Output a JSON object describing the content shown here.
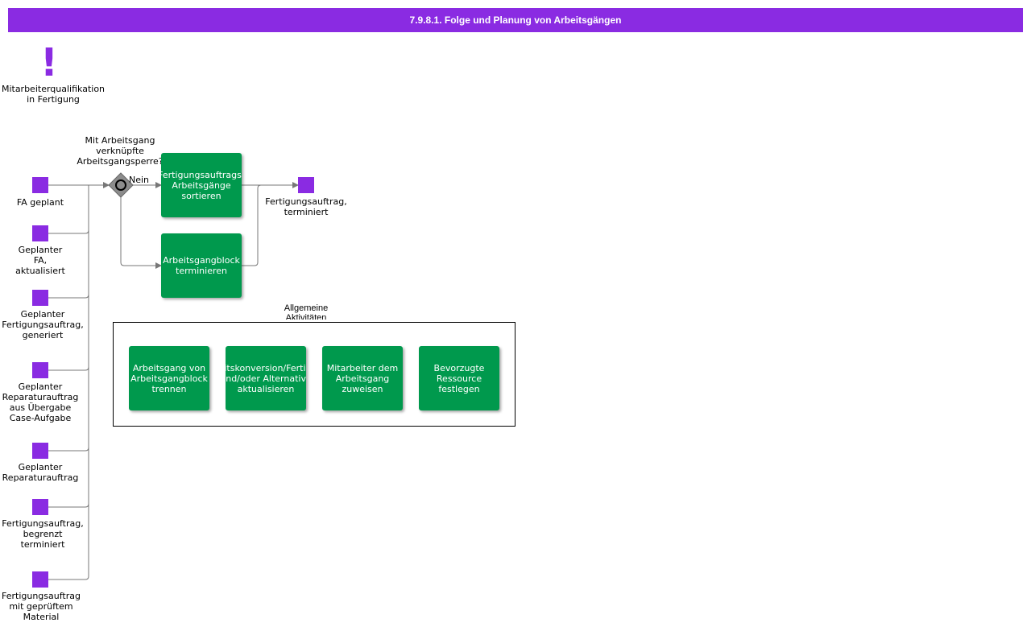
{
  "header": {
    "title": "7.9.8.1. Folge und Planung von Arbeitsgängen"
  },
  "colors": {
    "accent": "#8a2be2",
    "task": "#00994d",
    "gateway": "#808080"
  },
  "reference": {
    "icon": "exclamation-icon",
    "label": "Mitarbeiterqualifikation\nin Fertigung"
  },
  "gateway": {
    "question": "Mit Arbeitsgang\nverknüpfte\nArbeitsgangsperre?",
    "no_label": "Nein"
  },
  "events": [
    {
      "label": "FA geplant"
    },
    {
      "label": "Geplanter\nFA,\naktualisiert"
    },
    {
      "label": "Geplanter\nFertigungsauftrag,\ngeneriert"
    },
    {
      "label": "Geplanter\nReparaturauftrag\naus Übergabe\nCase-Aufgabe"
    },
    {
      "label": "Geplanter\nReparaturauftrag"
    },
    {
      "label": "Fertigungsauftrag,\nbegrenzt\nterminiert"
    },
    {
      "label": "Fertigungsauftrag\nmit geprüftem\nMaterial"
    }
  ],
  "tasks": {
    "sort": "Fertigungsauftrags-\nArbeitsgänge\nsortieren",
    "block": "Arbeitsgangblock\nterminieren"
  },
  "end_event": {
    "label": "Fertigungsauftrag,\nterminiert"
  },
  "group": {
    "title": "Allgemeine\nAktivitäten",
    "tasks": [
      "Arbeitsgang von\nArbeitsgangblock\ntrennen",
      "Arbeitskonversion/Fertigung\nund/oder Alternative aktualisieren",
      "Mitarbeiter dem\nArbeitsgang\nzuweisen",
      "Bevorzugte\nRessource\nfestlegen"
    ]
  }
}
